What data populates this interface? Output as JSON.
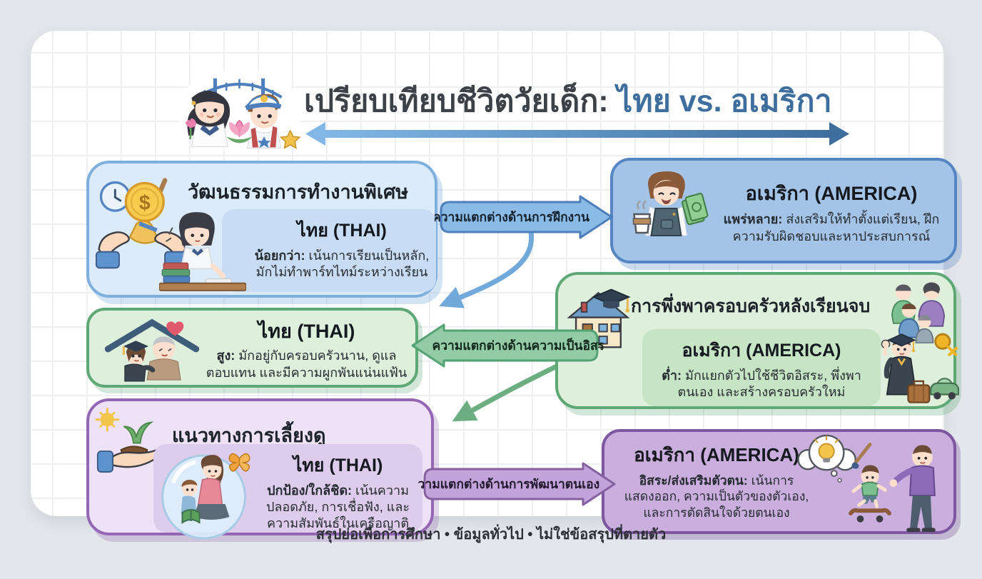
{
  "header": {
    "title_main": "เปรียบเทียบชีวิตวัยเด็ก:",
    "title_accent": "ไทย vs. อเมริกา"
  },
  "boxes": [
    {
      "topic": "วัฒนธรรมการทำงานพิเศษ",
      "country": "ไทย (THAI)",
      "lead": "น้อยกว่า:",
      "desc": "เน้นการเรียนเป็นหลัก, มักไม่ทำพาร์ทไทม์ระหว่างเรียน"
    },
    {
      "country": "อเมริกา (AMERICA)",
      "lead": "แพร่หลาย:",
      "desc": "ส่งเสริมให้ทำตั้งแต่เรียน, ฝึกความรับผิดชอบและหาประสบการณ์"
    },
    {
      "country": "ไทย (THAI)",
      "lead": "สูง:",
      "desc": "มักอยู่กับครอบครัวนาน, ดูแลตอบแทน และมีความผูกพันแน่นแฟ้น"
    },
    {
      "topic": "การพึ่งพาครอบครัวหลังเรียนจบ",
      "country": "อเมริกา (AMERICA)",
      "lead": "ต่ำ:",
      "desc": "มักแยกตัวไปใช้ชีวิตอิสระ, พึ่งพาตนเอง และสร้างครอบครัวใหม่"
    },
    {
      "topic": "แนวทางการเลี้ยงดู",
      "country": "ไทย (THAI)",
      "lead": "ปกป้อง/ใกล้ชิด:",
      "desc": "เน้นความปลอดภัย, การเชื่อฟัง, และความสัมพันธ์ในเครือญาติ"
    },
    {
      "country": "อเมริกา (AMERICA)",
      "lead": "อิสระ/ส่งเสริมตัวตน:",
      "desc": "เน้นการแสดงออก, ความเป็นตัวของตัวเอง, และการตัดสินใจด้วยตนเอง"
    }
  ],
  "arrows": [
    {
      "label": "ความแตกต่างด้านการฝึกงาน"
    },
    {
      "label": "ความแตกต่างด้านความเป็นอิสระ"
    },
    {
      "label": "ความแตกต่างด้านการพัฒนาตนเอง"
    }
  ],
  "icons": {
    "coin_symbol": "$"
  },
  "footer": {
    "text": "สรุปย่อเพื่อการศึกษา • ข้อมูลทั่วไป • ไม่ใช่ข้อสรุปที่ตายตัว"
  },
  "colors": {
    "background": "#e3e6ea",
    "title_accent": "#3e6e9e",
    "blue_light_fill": "#dcebf9",
    "blue_light_border": "#7fb0dd",
    "blue_fill": "#a3c4e7",
    "blue_border": "#5585c2",
    "green_fill": "#def0dc",
    "green_border": "#5fa876",
    "purple_light_fill": "#eee3f6",
    "purple_light_border": "#9467b5",
    "purple_fill": "#c9aede",
    "purple_border": "#7d58a0"
  }
}
